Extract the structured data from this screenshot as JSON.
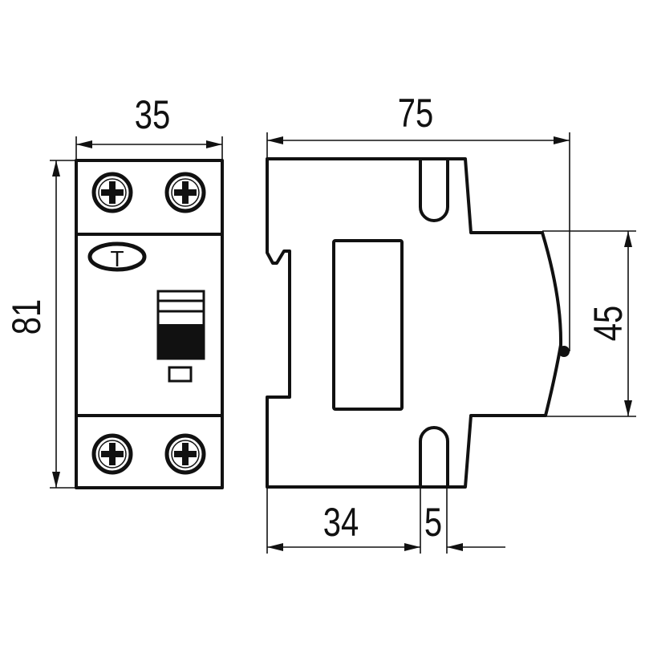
{
  "drawing": {
    "front_view": {
      "width_label": "35",
      "height_label": "81",
      "test_button_label": "T"
    },
    "side_view": {
      "depth_label": "75",
      "front_height_label": "45",
      "rail_offset_label": "34",
      "slot_width_label": "5"
    }
  }
}
